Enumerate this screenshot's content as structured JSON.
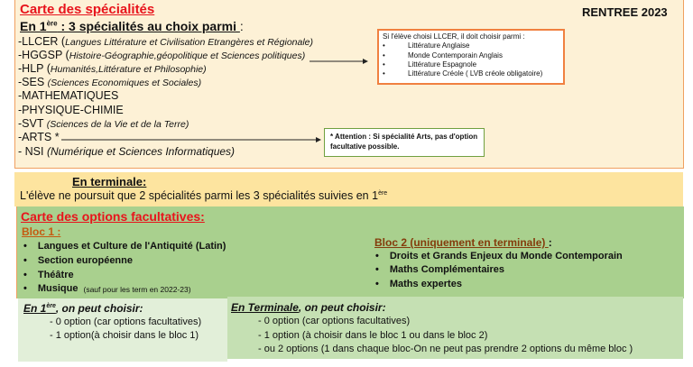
{
  "header": {
    "title": "Carte des spécialités",
    "rentree": "RENTREE 2023",
    "first_prefix": "En 1",
    "first_sup": "ère",
    "first_rest": " :  3 spécialités au choix parmi ",
    "colon": ":"
  },
  "specialites": [
    {
      "code": "-LLCER (",
      "desc": "Langues Littérature et Civilisation Etrangères et Régionale)"
    },
    {
      "code": "-HGGSP (",
      "desc": "Histoire-Géographie,géopolitique et Sciences politiques)"
    },
    {
      "code": "-HLP (",
      "desc": "Humanités,Littérature et Philosophie)"
    },
    {
      "code": "-SES ",
      "desc": "(Sciences Economiques et Sociales)"
    },
    {
      "code": "-MATHEMATIQUES",
      "desc": ""
    },
    {
      "code": "-PHYSIQUE-CHIMIE",
      "desc": ""
    },
    {
      "code": "-SVT ",
      "desc": "(Sciences de la Vie et de la Terre)"
    },
    {
      "code": "-ARTS *",
      "desc": ""
    },
    {
      "code": "- NSI ",
      "desc": "(Numérique et Sciences Informatiques)"
    }
  ],
  "llcer_box": {
    "intro": "Si  l'élève choisi LLCER, il doit  choisir parmi :",
    "items": [
      "Littérature      Anglaise",
      "Monde Contemporain    Anglais",
      "Littérature     Espagnole",
      "Littérature     Créole ( LVB créole obligatoire)"
    ],
    "bullet": "•"
  },
  "arts_box": {
    "text": "*  Attention : Si spécialité Arts, pas d'option facultative possible."
  },
  "terminale": {
    "title": "En terminale:",
    "text": "L'élève ne poursuit que 2 spécialités parmi les 3 spécialités suivies en 1",
    "sup": "ère"
  },
  "options": {
    "title": "Carte des options facultatives:",
    "bloc1": {
      "title": "Bloc 1 :",
      "items": [
        "Langues et Culture de l'Antiquité (Latin)",
        "Section européenne",
        "Théâtre",
        "Musique"
      ],
      "musique_note": "(sauf pour les term en 2022-23)"
    },
    "bloc2": {
      "title": "Bloc 2 (uniquement en terminale) ",
      "colon": ":",
      "items": [
        "Droits et Grands Enjeux du Monde Contemporain",
        "Maths Complémentaires",
        "Maths expertes"
      ]
    }
  },
  "premiere_choice": {
    "title_a": "En 1",
    "title_sup": "ère",
    "title_b": ", on peut choisir:",
    "items": [
      "- 0 option (car options facultatives)",
      "- 1 option(à choisir dans le bloc 1)"
    ]
  },
  "terminale_choice": {
    "title_a": "En Terminale",
    "title_b": ", on peut choisir:",
    "items": [
      "- 0 option (car options facultatives)",
      "- 1 option (à choisir dans le bloc 1 ou dans le bloc 2)",
      "- ou 2 options (1 dans chaque bloc-On ne peut pas prendre 2 options du même bloc )"
    ]
  },
  "bullet": "•"
}
